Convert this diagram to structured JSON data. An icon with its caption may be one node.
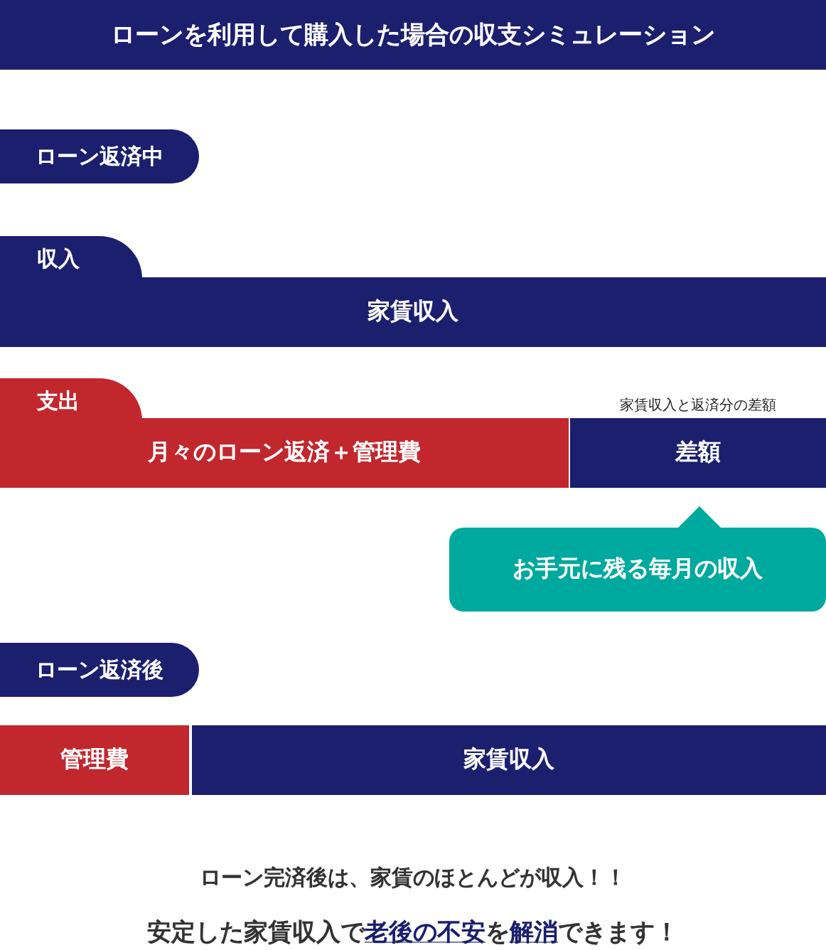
{
  "diagram": {
    "nodes": [
      {
        "text": [
          "ローンを利用して購入した場合の収支シミュレーション"
        ]
      },
      {
        "text": [
          "ローン返済中"
        ]
      },
      {
        "text": [
          "収入"
        ]
      },
      {
        "text": [
          "家賃収入"
        ]
      },
      {
        "text": [
          "支出"
        ]
      },
      {
        "text": [
          "月々のローン返済＋管理費"
        ]
      },
      {
        "text": [
          "差額"
        ],
        "beside": [
          "家賃収入と返済分の差額"
        ]
      },
      {
        "text": [
          "お手元に残る毎月の収入"
        ]
      },
      {
        "text": [
          "ローン返済後"
        ]
      },
      {
        "text": [
          "管理費"
        ]
      },
      {
        "text": [
          "家賃収入"
        ]
      }
    ],
    "labels": [
      "ローン完済後は、家賃のほとんどが収入！！",
      "安定した家賃収入で**老後の不安**を**解消**できます！"
    ]
  }
}
